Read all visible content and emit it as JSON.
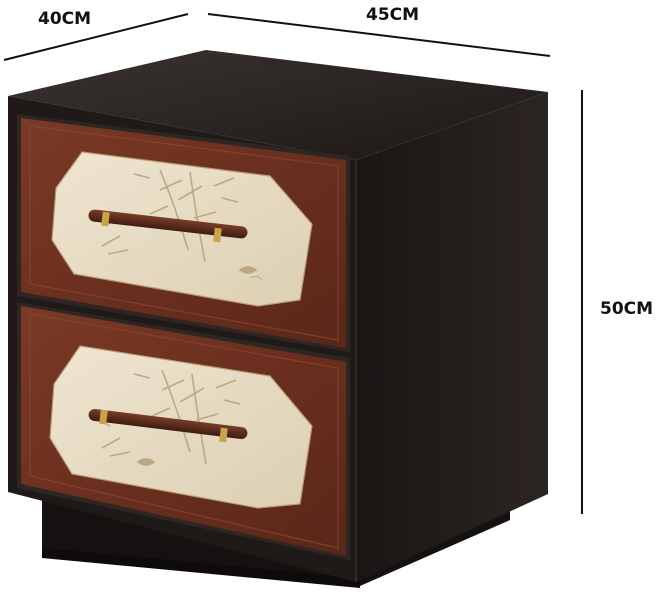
{
  "dimensions": {
    "depth": "40CM",
    "width": "45CM",
    "height": "50CM"
  },
  "product": {
    "drawer_count": 2
  },
  "colors": {
    "body": "#1f1a18",
    "body_side": "#2a2320",
    "top": "#2e2724",
    "walnut": "#6b2f1f",
    "walnut_light": "#86412b",
    "panel": "#e7dcc4",
    "bamboo": "#b8a47e",
    "handle": "#5a2b1c",
    "brass": "#c9a24a",
    "dimension_line": "#111111"
  },
  "icons": [
    "bamboo-painting",
    "drawer-handle"
  ]
}
